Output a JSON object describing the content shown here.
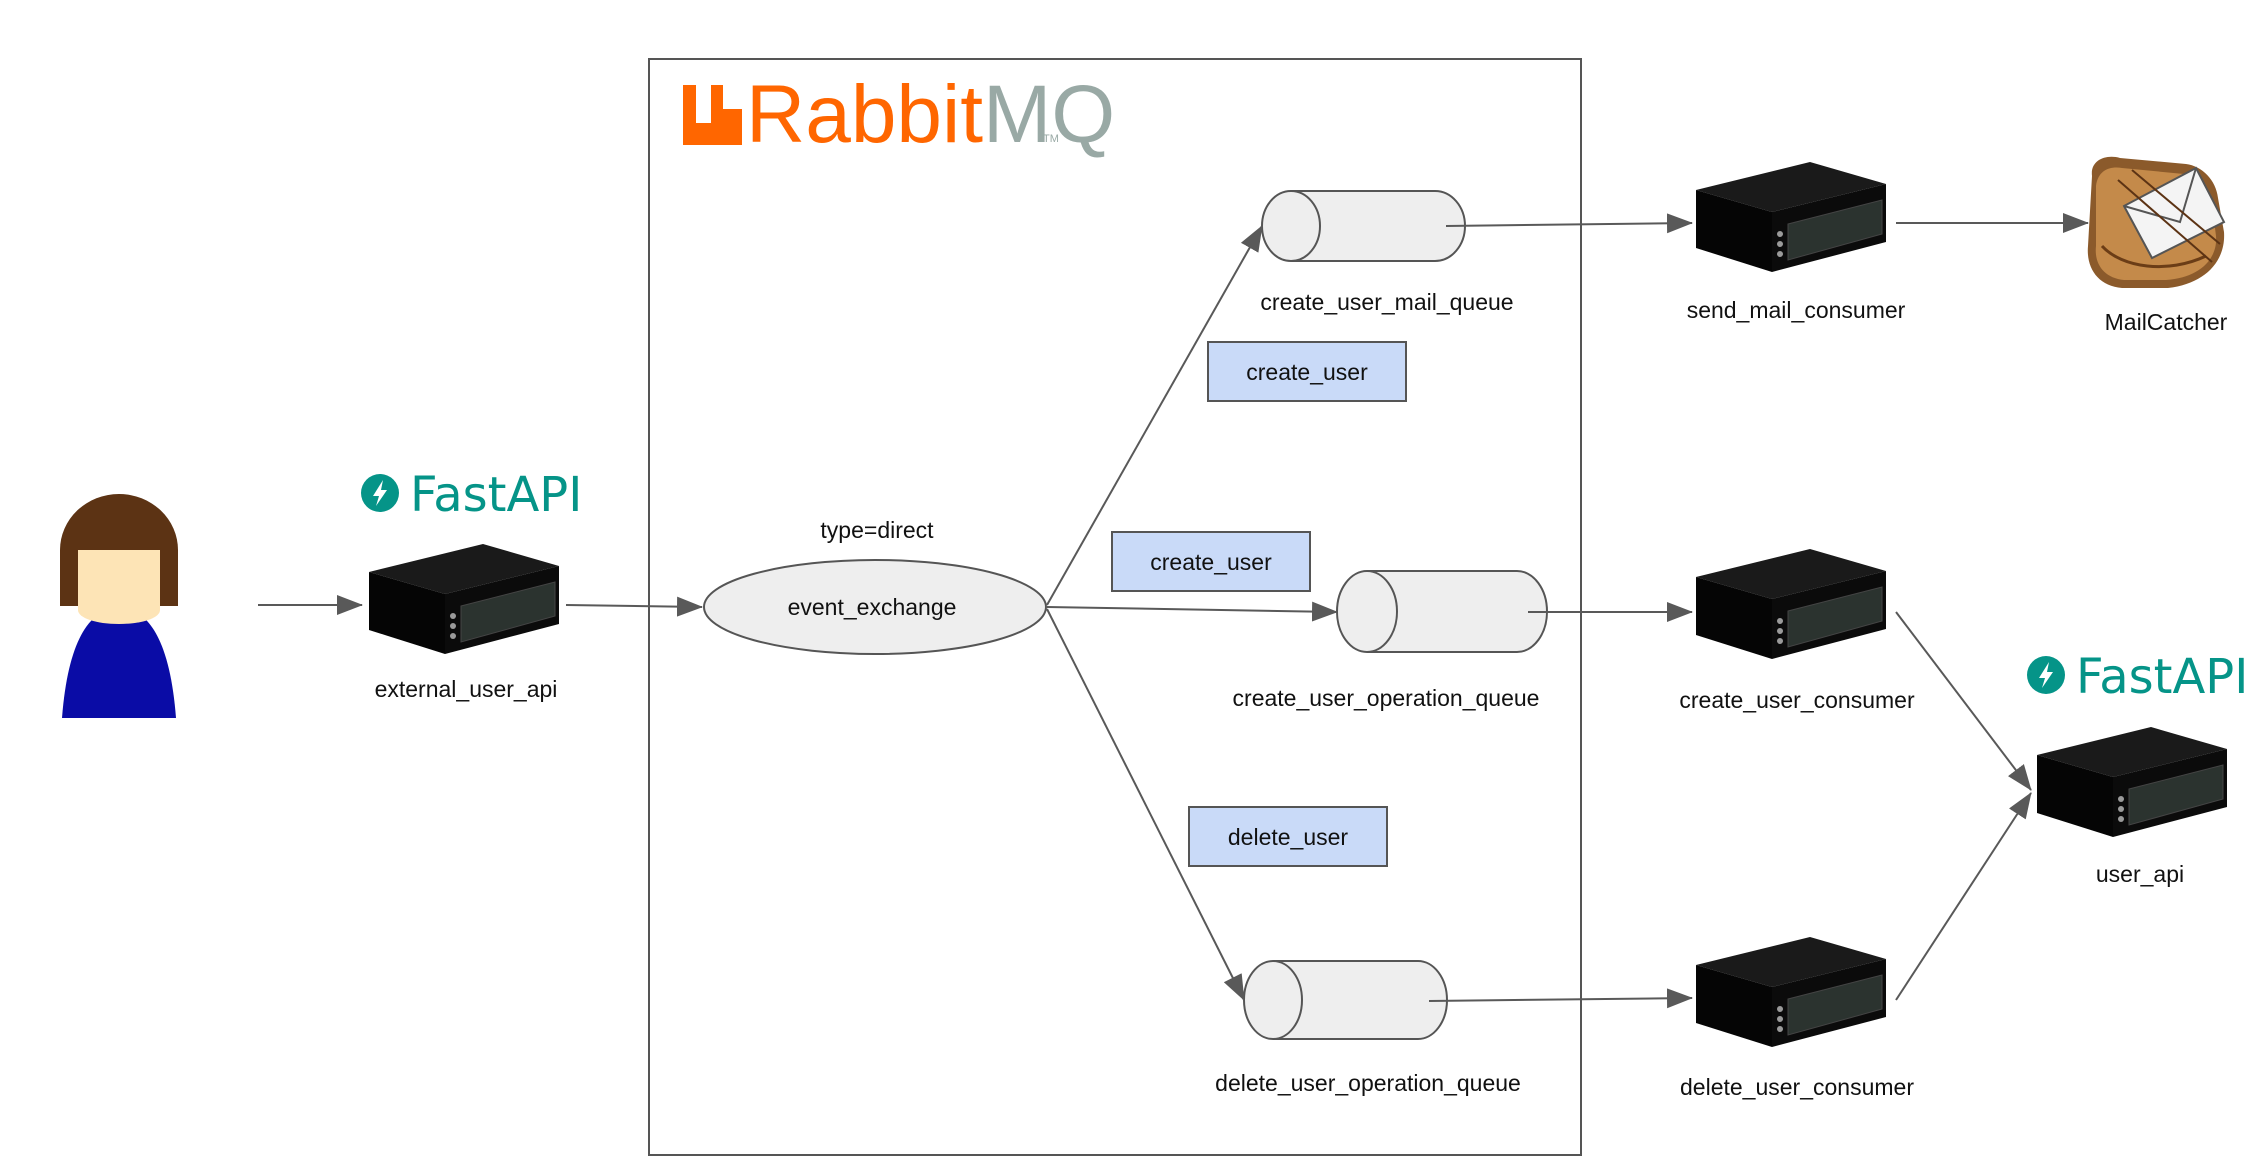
{
  "brands": {
    "rabbitmq": {
      "part1": "Rabbit",
      "part2": "MQ",
      "tm": "TM"
    },
    "fastapi": "FastAPI"
  },
  "colors": {
    "rabbit_orange": "#ff6600",
    "rabbit_grey": "#99a9a5",
    "fastapi_teal": "#059488",
    "tag_fill": "#c9daf8",
    "shape_fill": "#eeeeee",
    "server_face": "#2b332f",
    "user_shirt": "#0a0ca6",
    "user_hair": "#5c3314",
    "user_face": "#fde4b6"
  },
  "user": {
    "icon": "user-icon"
  },
  "services": {
    "external_user_api": "external_user_api",
    "send_mail_consumer": "send_mail_consumer",
    "create_user_consumer": "create_user_consumer",
    "delete_user_consumer": "delete_user_consumer",
    "user_api": "user_api",
    "mailcatcher": "MailCatcher"
  },
  "exchange": {
    "name": "event_exchange",
    "type": "type=direct"
  },
  "queues": {
    "mail": "create_user_mail_queue",
    "create_op": "create_user_operation_queue",
    "delete_op": "delete_user_operation_queue"
  },
  "routing_keys": {
    "mail": "create_user",
    "create_op": "create_user",
    "delete_op": "delete_user"
  }
}
